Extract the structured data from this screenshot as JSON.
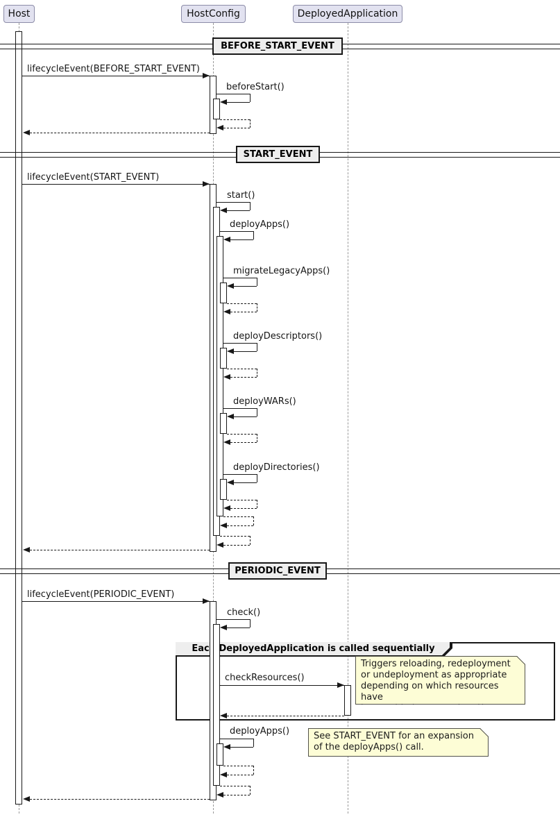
{
  "participants": {
    "host": "Host",
    "hostconfig": "HostConfig",
    "deployedapplication": "DeployedApplication"
  },
  "dividers": {
    "before_start": "BEFORE_START_EVENT",
    "start": "START_EVENT",
    "periodic": "PERIODIC_EVENT"
  },
  "messages": {
    "lifecycle_before_start": "lifecycleEvent(BEFORE_START_EVENT)",
    "before_start": "beforeStart()",
    "lifecycle_start": "lifecycleEvent(START_EVENT)",
    "start": "start()",
    "deploy_apps": "deployApps()",
    "migrate_legacy_apps": "migrateLegacyApps()",
    "deploy_descriptors": "deployDescriptors()",
    "deploy_wars": "deployWARs()",
    "deploy_directories": "deployDirectories()",
    "lifecycle_periodic": "lifecycleEvent(PERIODIC_EVENT)",
    "check": "check()",
    "check_resources": "checkResources()",
    "deploy_apps_periodic": "deployApps()"
  },
  "group": {
    "title": "Each DeployedApplication is called sequentially"
  },
  "notes": {
    "trigger_note": "Triggers reloading, redeployment\nor undeployment as appropriate\ndepending on which resources have\nbeen added, removed and/or changed.",
    "see_note": "See START_EVENT for an expansion\nof the deployApps() call."
  },
  "colors": {
    "line": "#181818",
    "lifeline": "#999999",
    "participant_fill": "#E2E2F0",
    "participant_border": "#8C8CA8",
    "divider_fill": "#EEEEEE",
    "frame_fill": "#EEEEEE",
    "note_fill": "#FDFDD6",
    "note_border": "#52524A"
  }
}
